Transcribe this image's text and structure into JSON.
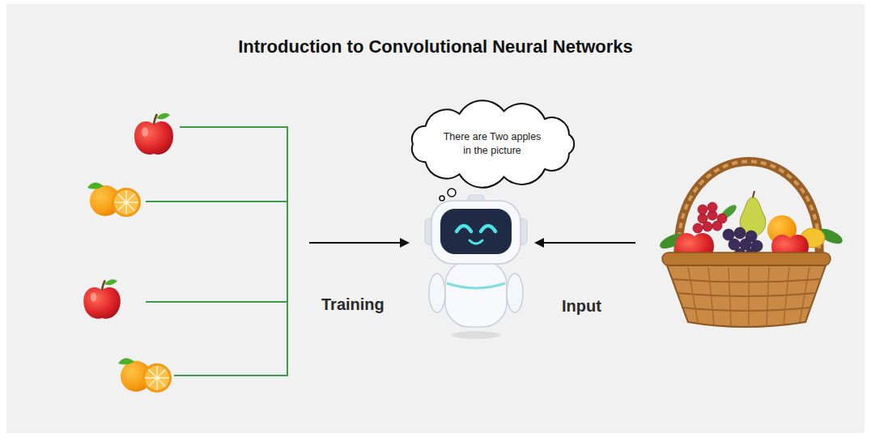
{
  "diagram": {
    "title": "Introduction to Convolutional Neural Networks",
    "nodes": [
      {
        "text": [
          "There are Two apples in the picture"
        ]
      }
    ],
    "labels": [
      "Training",
      "Input"
    ]
  }
}
